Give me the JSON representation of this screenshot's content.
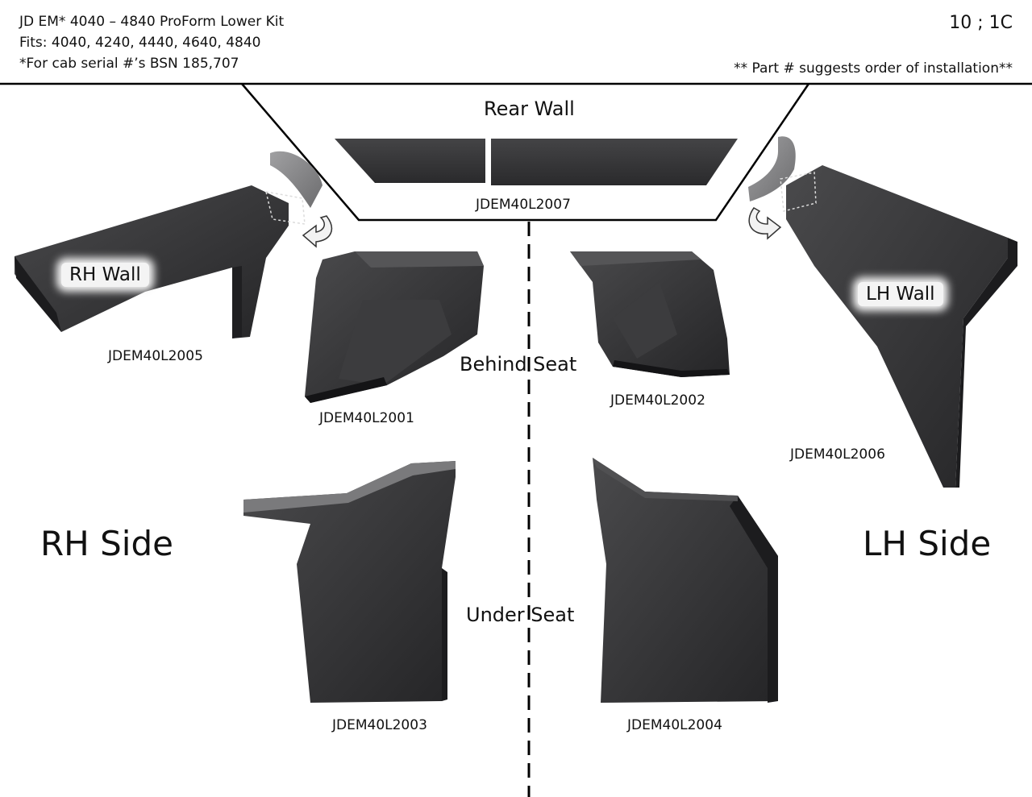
{
  "header": {
    "title": "JD EM* 4040 – 4840 ProForm Lower Kit",
    "fits": "Fits: 4040, 4240, 4440, 4640, 4840",
    "note": "*For cab serial #’s BSN 185,707",
    "page_code": "10 ; 1C",
    "install_note": "** Part # suggests order of installation**"
  },
  "sections": {
    "rear_wall": "Rear Wall",
    "behind_seat": "Behind Seat",
    "under_seat": "Under Seat",
    "rh_side": "RH Side",
    "lh_side": "LH Side",
    "rh_wall": "RH Wall",
    "lh_wall": "LH Wall"
  },
  "parts": {
    "rear_wall": "JDEM40L2007",
    "rh_wall": "JDEM40L2005",
    "lh_wall": "JDEM40L2006",
    "behind_seat_rh": "JDEM40L2001",
    "behind_seat_lh": "JDEM40L2002",
    "under_seat_rh": "JDEM40L2003",
    "under_seat_lh": "JDEM40L2004"
  },
  "colors": {
    "panel_dark": "#2b2b2d",
    "panel_mid": "#3a3a3c",
    "panel_light": "#4a4a4c",
    "foam": "#8a8a8c",
    "line": "#000000"
  }
}
